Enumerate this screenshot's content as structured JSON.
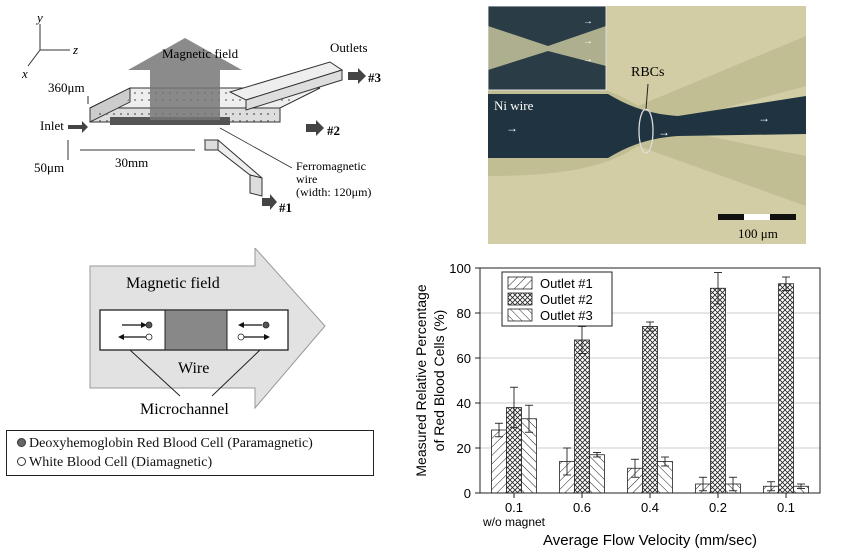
{
  "schematic": {
    "axis_y": "y",
    "axis_z": "z",
    "axis_x": "x",
    "height_label": "360μm",
    "magnetic_field_label": "Magnetic field",
    "outlets_label": "Outlets",
    "inlet_label": "Inlet",
    "outlet_3": "#3",
    "outlet_2": "#2",
    "outlet_1": "#1",
    "width_label": "50μm",
    "length_label": "30mm",
    "wire_label_1": "Ferromagnetic",
    "wire_label_2": "wire",
    "wire_label_3": "(width: 120μm)"
  },
  "micrograph": {
    "ni_wire_label": "Ni wire",
    "rbc_label": "RBCs",
    "scale_label": "100 μm"
  },
  "cross_section": {
    "magnetic_field_label": "Magnetic field",
    "wire_label": "Wire",
    "microchannel_label": "Microchannel"
  },
  "cell_legend": {
    "rbc_label": "Deoxyhemoglobin Red Blood Cell (Paramagnetic)",
    "wbc_label": "White Blood Cell (Diamagnetic)"
  },
  "chart_data": {
    "type": "bar",
    "categories": [
      "0.1",
      "0.6",
      "0.4",
      "0.2",
      "0.1"
    ],
    "category_sublabels": [
      "w/o magnet",
      "",
      "",
      "",
      ""
    ],
    "series": [
      {
        "name": "Outlet #1",
        "values": [
          28,
          14,
          11,
          4,
          3
        ],
        "errors": [
          3,
          6,
          4,
          3,
          2
        ]
      },
      {
        "name": "Outlet #2",
        "values": [
          38,
          68,
          74,
          91,
          93
        ],
        "errors": [
          9,
          6,
          2,
          7,
          3
        ]
      },
      {
        "name": "Outlet #3",
        "values": [
          33,
          17,
          14,
          4,
          3
        ],
        "errors": [
          6,
          1,
          2,
          3,
          1
        ]
      }
    ],
    "xlabel": "Average Flow Velocity (mm/sec)",
    "ylabel": "Measured Relative Percentage of Red Blood Cells (%)",
    "ylabel_lines": [
      "Measured Relative Percentage",
      "of Red Blood Cells (%)"
    ],
    "ylim": [
      0,
      100
    ],
    "yticks": [
      "0",
      "20",
      "40",
      "60",
      "80",
      "100"
    ],
    "grid": true,
    "legend_position": "top-left"
  }
}
